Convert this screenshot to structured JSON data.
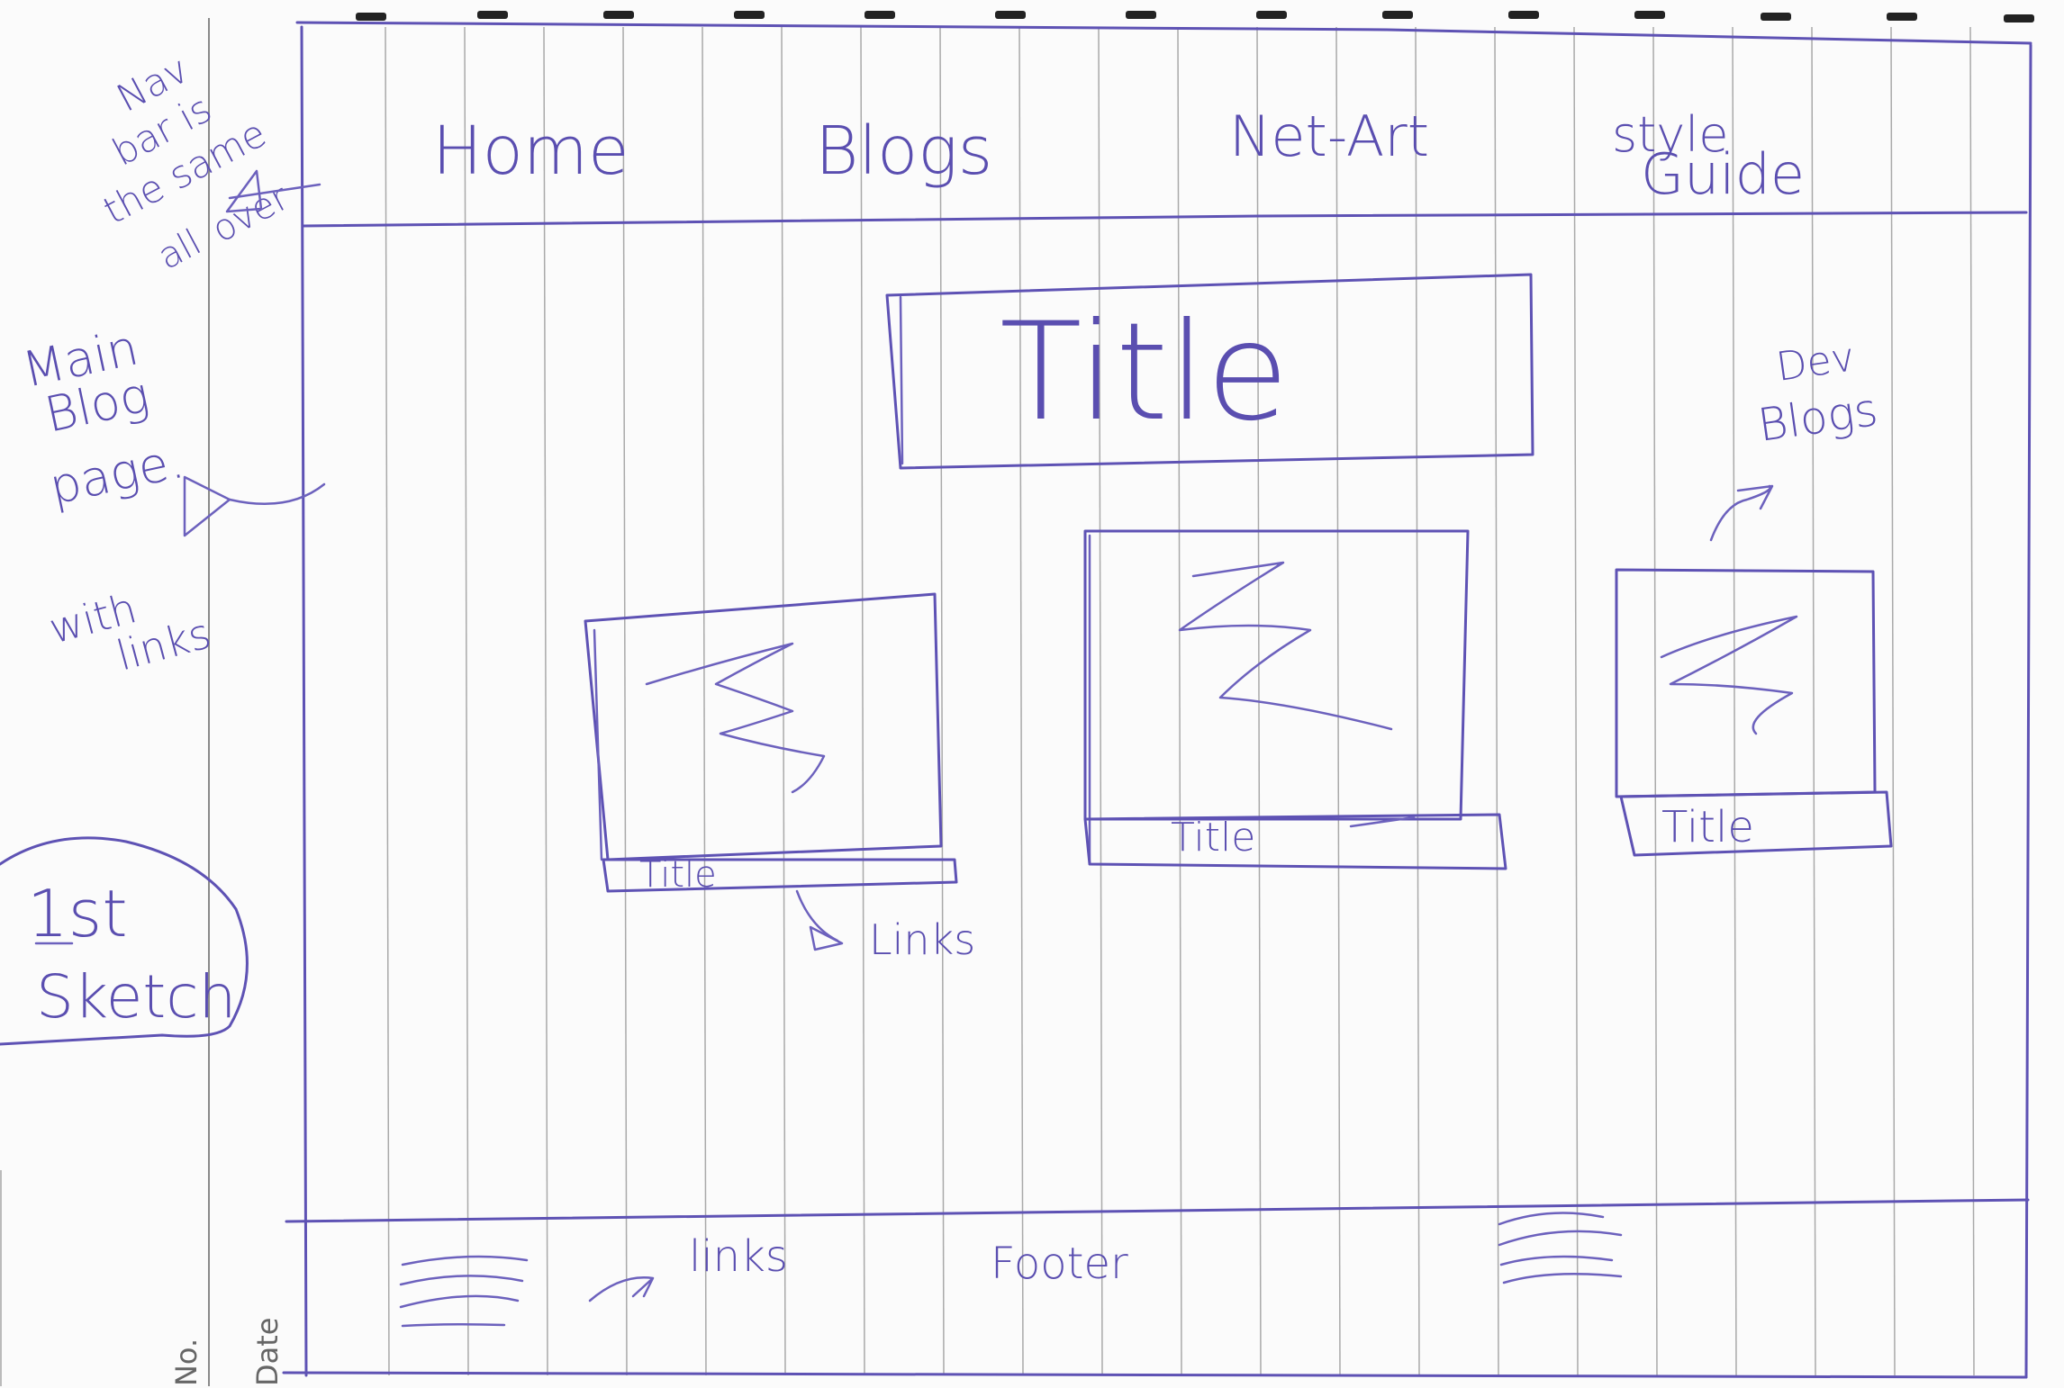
{
  "nav": {
    "home": "Home",
    "blogs": "Blogs",
    "net_art": "Net-Art",
    "style_guide_line1": "style",
    "style_guide_line2": "Guide"
  },
  "main_title": "Title",
  "cards": [
    {
      "title": "Title"
    },
    {
      "title": "Title"
    },
    {
      "title": "Title"
    }
  ],
  "annotations": {
    "nav_note": [
      "Nav",
      "bar is",
      "the same",
      "all",
      "over"
    ],
    "main_note": [
      "Main",
      "Blog",
      "page."
    ],
    "with_links": [
      "with",
      "links"
    ],
    "first_sketch": [
      "1st",
      "Sketch"
    ],
    "dev_blogs": [
      "Dev",
      "Blogs"
    ],
    "links_arrow": "Links"
  },
  "footer": {
    "links": "links",
    "label": "Footer"
  },
  "margin_labels": {
    "no": "No.",
    "date": "Date"
  },
  "colors": {
    "ink": "#5e52b4",
    "paper": "#fbfbfb",
    "rule": "#a9a9a9"
  }
}
